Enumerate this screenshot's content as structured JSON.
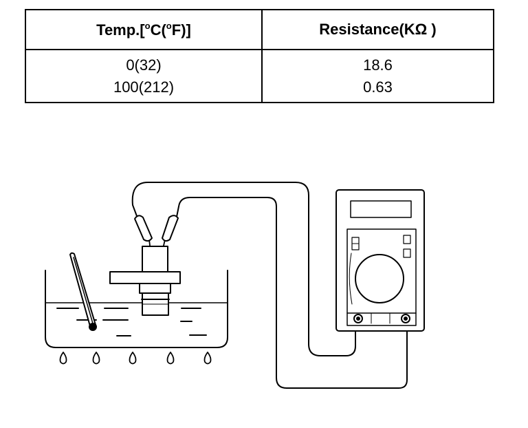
{
  "table": {
    "header": {
      "temp_prefix": "Temp.[",
      "deg1": "o",
      "temp_mid": "C(",
      "deg2": "o",
      "temp_suffix": "F)]",
      "resistance": "Resistance(KΩ )"
    },
    "rows": [
      {
        "temp": "0(32)",
        "resistance": "18.6"
      },
      {
        "temp": "100(212)",
        "resistance": "0.63"
      }
    ]
  },
  "diagram": {
    "components": [
      "water-bath",
      "thermometer",
      "temperature-sensor",
      "multimeter",
      "test-leads",
      "burner-flames"
    ],
    "flame_count": 5
  }
}
